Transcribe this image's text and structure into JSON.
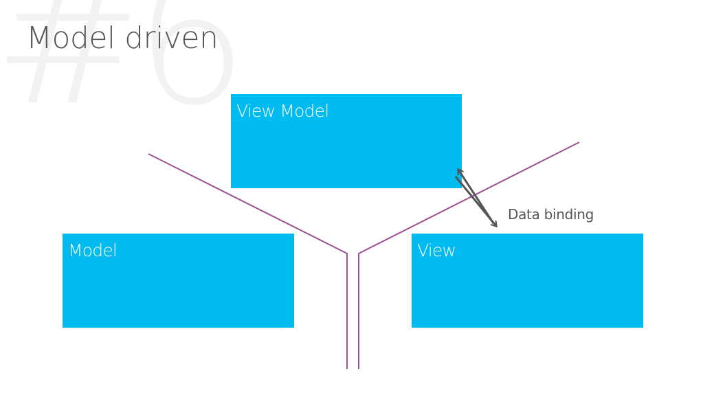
{
  "slide": {
    "watermark": "#6",
    "title": "Model driven"
  },
  "diagram": {
    "nodes": {
      "view_model": "View Model",
      "model": "Model",
      "view": "View"
    },
    "connector": {
      "label": "Data binding"
    }
  },
  "colors": {
    "box_fill": "#00bbef",
    "box_text": "#ffffff",
    "divider_lines": "#9b4d96",
    "arrow": "#555555",
    "title_text": "#555555",
    "watermark": "#f2f2f2"
  }
}
